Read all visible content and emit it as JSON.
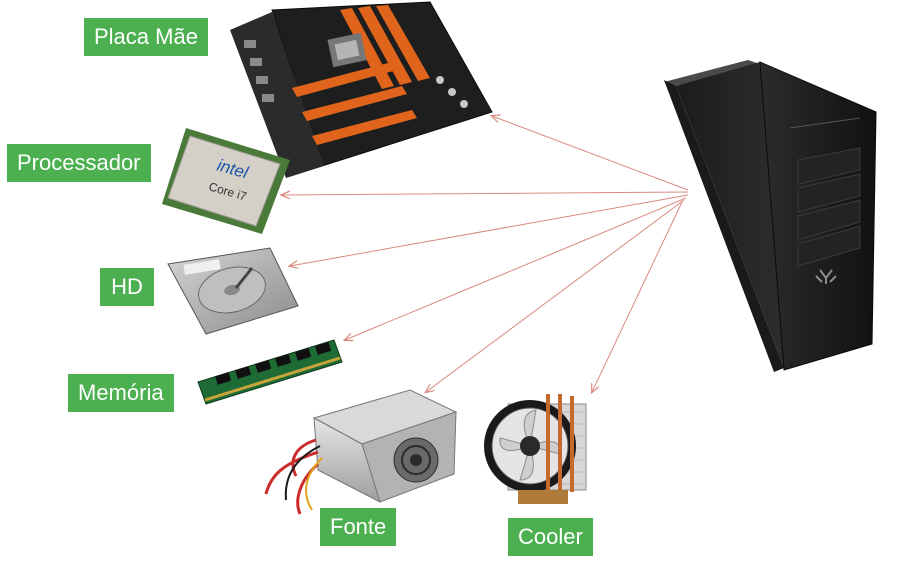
{
  "labels": {
    "motherboard": "Placa Mãe",
    "cpu": "Processador",
    "hd": "HD",
    "memory": "Memória",
    "psu": "Fonte",
    "cooler": "Cooler"
  },
  "cpu_chip": {
    "brand": "intel",
    "model": "Core i7"
  },
  "colors": {
    "label_bg": "#4caf50",
    "label_text": "#ffffff",
    "arrow": "#d9897f",
    "case": "#262626"
  }
}
